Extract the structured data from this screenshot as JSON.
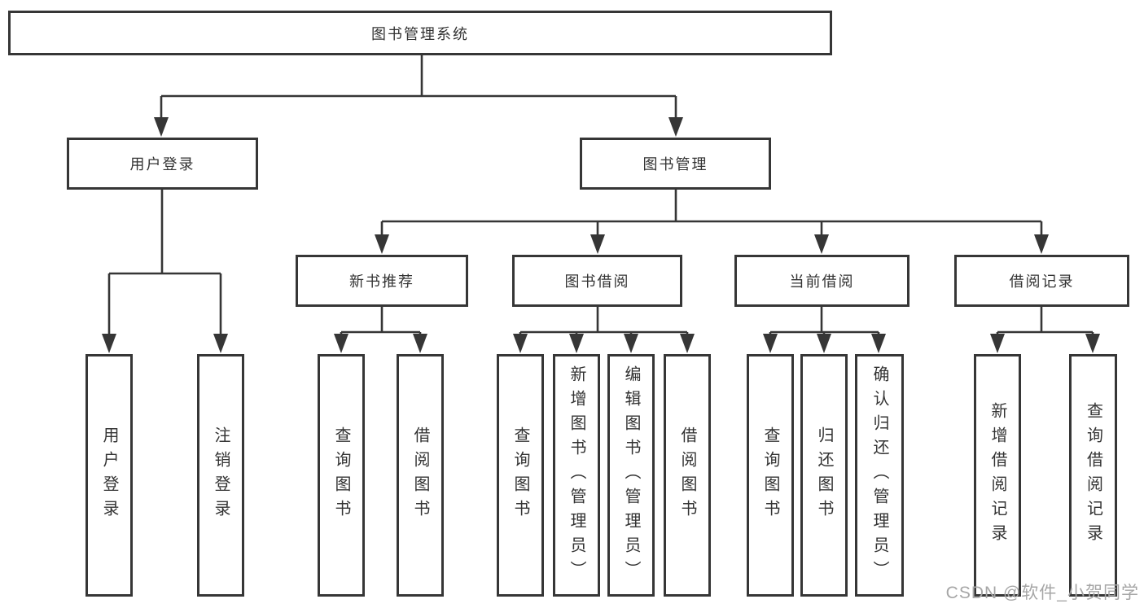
{
  "diagram_type": "hierarchy-tree",
  "colors": {
    "line": "#363636",
    "box_border": "#363636",
    "box_fill": "#ffffff",
    "text": "#333333",
    "background": "#ffffff",
    "watermark": "#a6a6a6"
  },
  "watermark": {
    "text": "CSDN @软件_小贺同学"
  },
  "tree": {
    "label": "图书管理系统",
    "children": [
      {
        "label": "用户登录",
        "children": [
          {
            "label": "用户登录"
          },
          {
            "label": "注销登录"
          }
        ]
      },
      {
        "label": "图书管理",
        "children": [
          {
            "label": "新书推荐",
            "children": [
              {
                "label": "查询图书"
              },
              {
                "label": "借阅图书"
              }
            ]
          },
          {
            "label": "图书借阅",
            "children": [
              {
                "label": "查询图书"
              },
              {
                "label": "新增图书（管理员）"
              },
              {
                "label": "编辑图书（管理员）"
              },
              {
                "label": "借阅图书"
              }
            ]
          },
          {
            "label": "当前借阅",
            "children": [
              {
                "label": "查询图书"
              },
              {
                "label": "归还图书"
              },
              {
                "label": "确认归还（管理员）"
              }
            ]
          },
          {
            "label": "借阅记录",
            "children": [
              {
                "label": "新增借阅记录"
              },
              {
                "label": "查询借阅记录"
              }
            ]
          }
        ]
      }
    ]
  }
}
